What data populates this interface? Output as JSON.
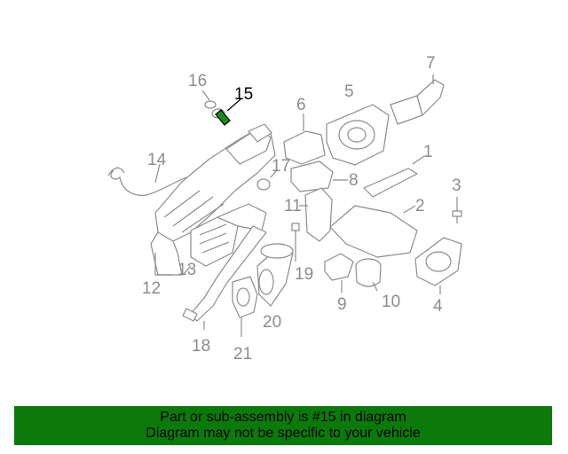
{
  "diagram": {
    "highlight_color": "#1a8a1a",
    "highlighted_part": "15",
    "labels": [
      "16",
      "15",
      "7",
      "5",
      "6",
      "1",
      "14",
      "17",
      "8",
      "3",
      "2",
      "11",
      "13",
      "19",
      "12",
      "9",
      "10",
      "4",
      "20",
      "18",
      "21"
    ]
  },
  "banner": {
    "line1": "Part or sub-assembly is #15 in diagram",
    "line2": "Diagram may not be specific to your vehicle",
    "color": "#0b7a0b"
  }
}
